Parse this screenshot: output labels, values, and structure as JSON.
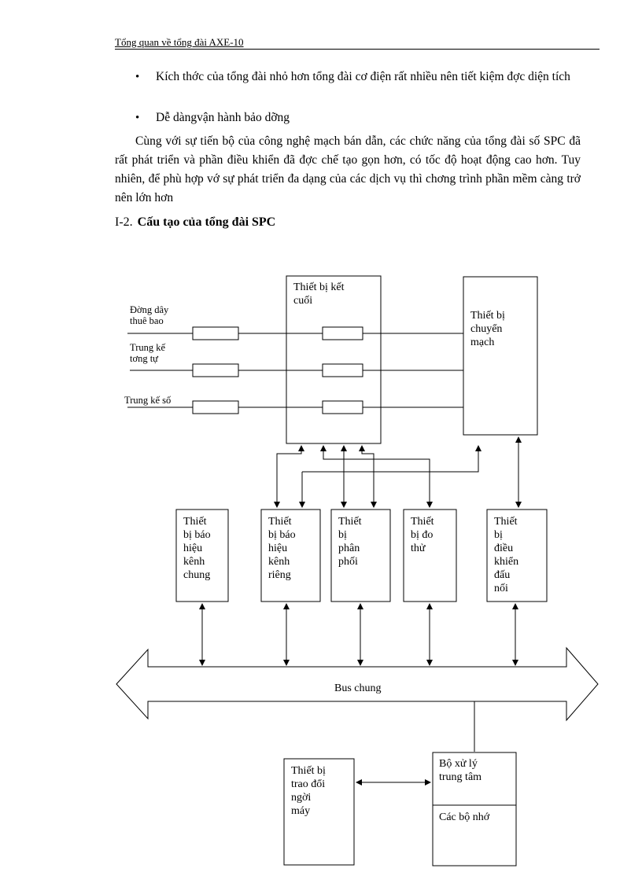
{
  "header": "Tổng quan về tổng đài AXE-10",
  "bullets": [
    "Kích thớc  của tổng đài nhỏ hơn tổng đài cơ điện rất nhiều nên tiết kiệm đợc  diện tích",
    "Dễ dàngvận hành bảo dỡng"
  ],
  "bullet_glyph": "•",
  "paragraph": "Cùng với sự tiến bộ của công nghệ mạch bán dẫn, các chức năng của tổng đài số SPC đã rất phát triển và phần điều khiển đã đợc  chế tạo gọn hơn, có tốc độ hoạt động cao hơn. Tuy nhiên, để phù hợp vớ sự phát triển đa dạng của các dịch vụ thì chơng   trình phần mềm càng trở nên lớn hơn",
  "section": {
    "number": "I-2.",
    "title": "Cấu tạo của tổng đài SPC"
  },
  "diagram": {
    "inputs": [
      "Đờng  dây\nthuê bao",
      "Trung kế\ntơng  tự",
      "Trung kế số"
    ],
    "terminal": "Thiết bị kết\ncuối",
    "switching": "Thiết bị\nchuyển\nmạch",
    "modules": [
      "Thiết\nbị báo\nhiệu\nkênh\nchung",
      "Thiết\nbị báo\nhiệu\nkênh\nriêng",
      "Thiết\nbị\nphân\nphối",
      "Thiết\nbị đo\nthử",
      "Thiết\nbị\nđiều\nkhiển\nđấu\nnối"
    ],
    "bus": "Bus chung",
    "hmi": "Thiết bị\ntrao đổi\nngời\nmáy",
    "cpu": "Bộ xử lý\ntrung tâm",
    "memory": "Các bộ nhớ"
  }
}
